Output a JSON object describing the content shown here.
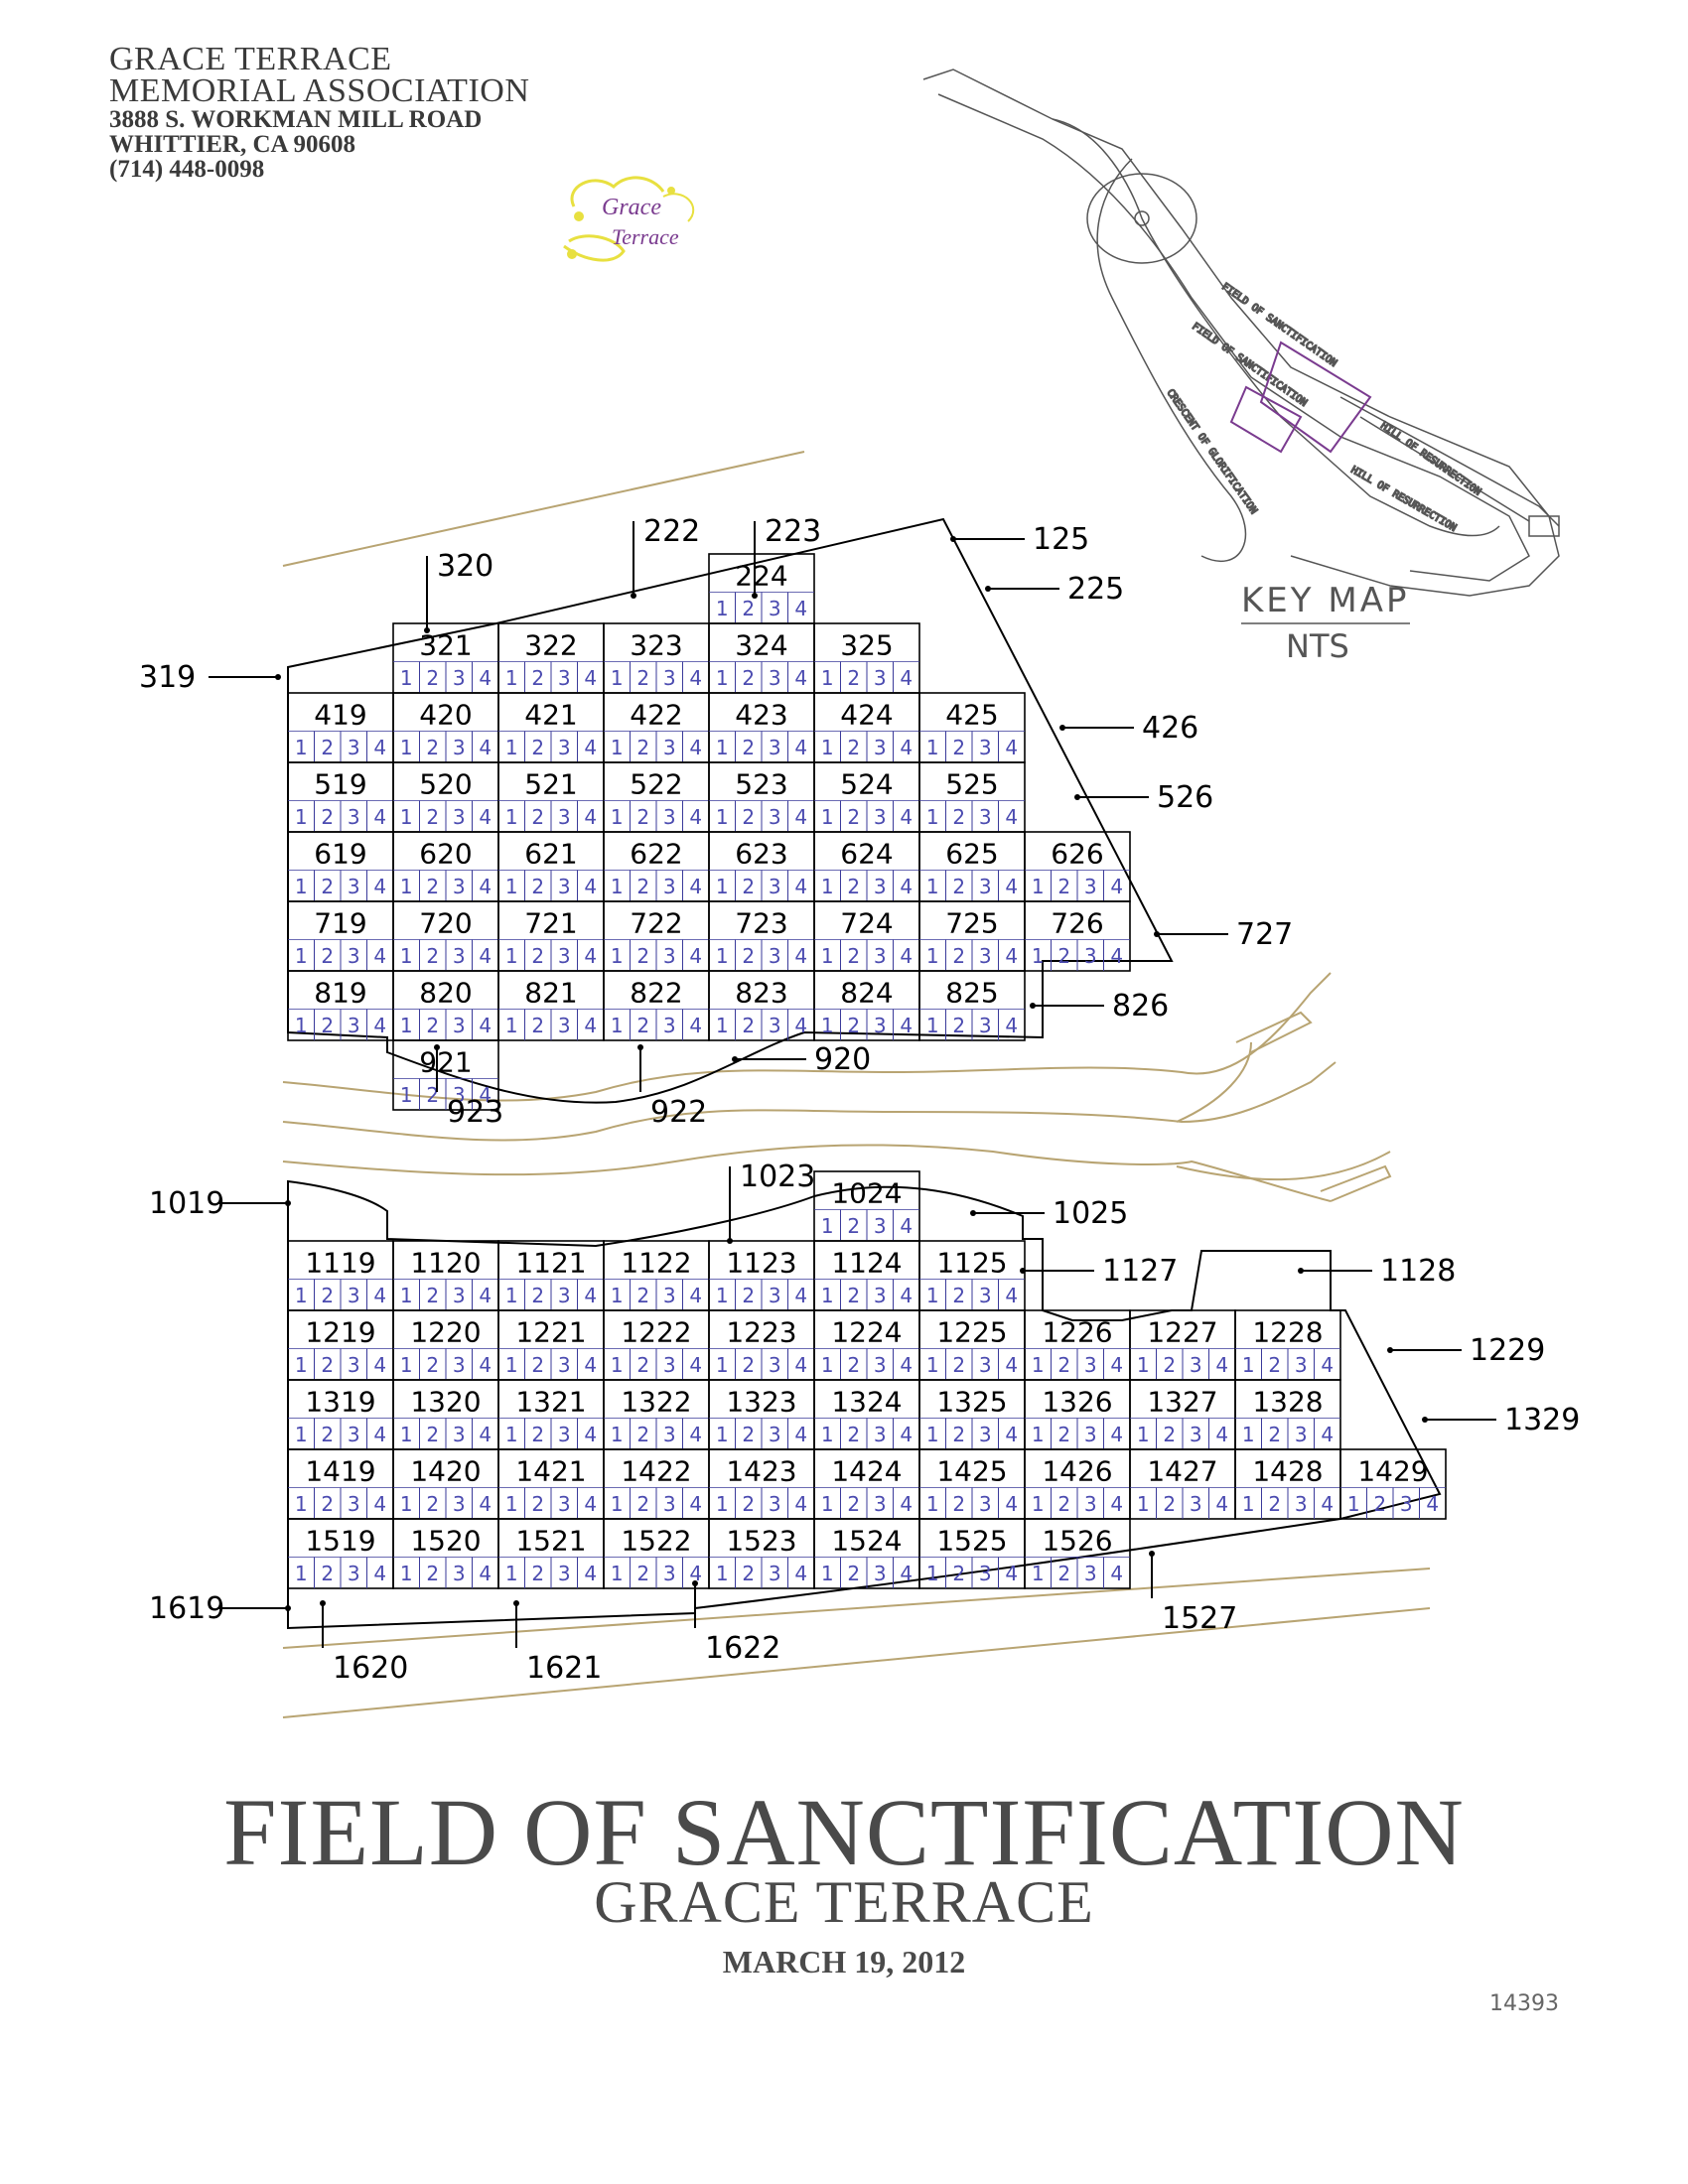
{
  "header": {
    "org_line1": "GRACE TERRACE",
    "org_line2": "MEMORIAL ASSOCIATION",
    "address": "3888 S. WORKMAN MILL ROAD",
    "city": "WHITTIER, CA 90608",
    "phone": "(714) 448-0098"
  },
  "logo": {
    "line1": "Grace",
    "line2": "Terrace"
  },
  "key_map": {
    "title": "KEY MAP",
    "scale": "NTS",
    "labels": [
      "FIELD OF SANCTIFICATION",
      "FIELD OF SANCTIFICATION",
      "CRESCENT OF GLORIFICATION",
      "HILL OF RESURRECTION",
      "HILL OF RESURRECTION"
    ]
  },
  "upper_section": {
    "rows": [
      [
        "224"
      ],
      [
        "321",
        "322",
        "323",
        "324",
        "325"
      ],
      [
        "419",
        "420",
        "421",
        "422",
        "423",
        "424",
        "425"
      ],
      [
        "519",
        "520",
        "521",
        "522",
        "523",
        "524",
        "525"
      ],
      [
        "619",
        "620",
        "621",
        "622",
        "623",
        "624",
        "625",
        "626"
      ],
      [
        "719",
        "720",
        "721",
        "722",
        "723",
        "724",
        "725",
        "726"
      ],
      [
        "819",
        "820",
        "821",
        "822",
        "823",
        "824",
        "825"
      ],
      [
        "921"
      ]
    ],
    "callouts": [
      "222",
      "223",
      "125",
      "225",
      "320",
      "319",
      "426",
      "526",
      "727",
      "826",
      "923",
      "920",
      "922"
    ]
  },
  "lower_section": {
    "rows": [
      [
        "1024"
      ],
      [
        "1119",
        "1120",
        "1121",
        "1122",
        "1123",
        "1124",
        "1125"
      ],
      [
        "1219",
        "1220",
        "1221",
        "1222",
        "1223",
        "1224",
        "1225",
        "1226",
        "1227",
        "1228"
      ],
      [
        "1319",
        "1320",
        "1321",
        "1322",
        "1323",
        "1324",
        "1325",
        "1326",
        "1327",
        "1328"
      ],
      [
        "1419",
        "1420",
        "1421",
        "1422",
        "1423",
        "1424",
        "1425",
        "1426",
        "1427",
        "1428",
        "1429"
      ],
      [
        "1519",
        "1520",
        "1521",
        "1522",
        "1523",
        "1524",
        "1525",
        "1526"
      ]
    ],
    "callouts": [
      "1023",
      "1025",
      "1019",
      "1127",
      "1128",
      "1229",
      "1329",
      "1527",
      "1619",
      "1620",
      "1621",
      "1622"
    ]
  },
  "title": {
    "main": "FIELD OF SANCTIFICATION",
    "sub": "GRACE TERRACE",
    "date": "MARCH 19, 2012"
  },
  "doc_number": "14393",
  "colors": {
    "line": "#000000",
    "sub_lines": "#3a3a9a",
    "road": "#b8a472",
    "logo_purple": "#7a3b8f",
    "logo_yellow": "#e8e040"
  }
}
